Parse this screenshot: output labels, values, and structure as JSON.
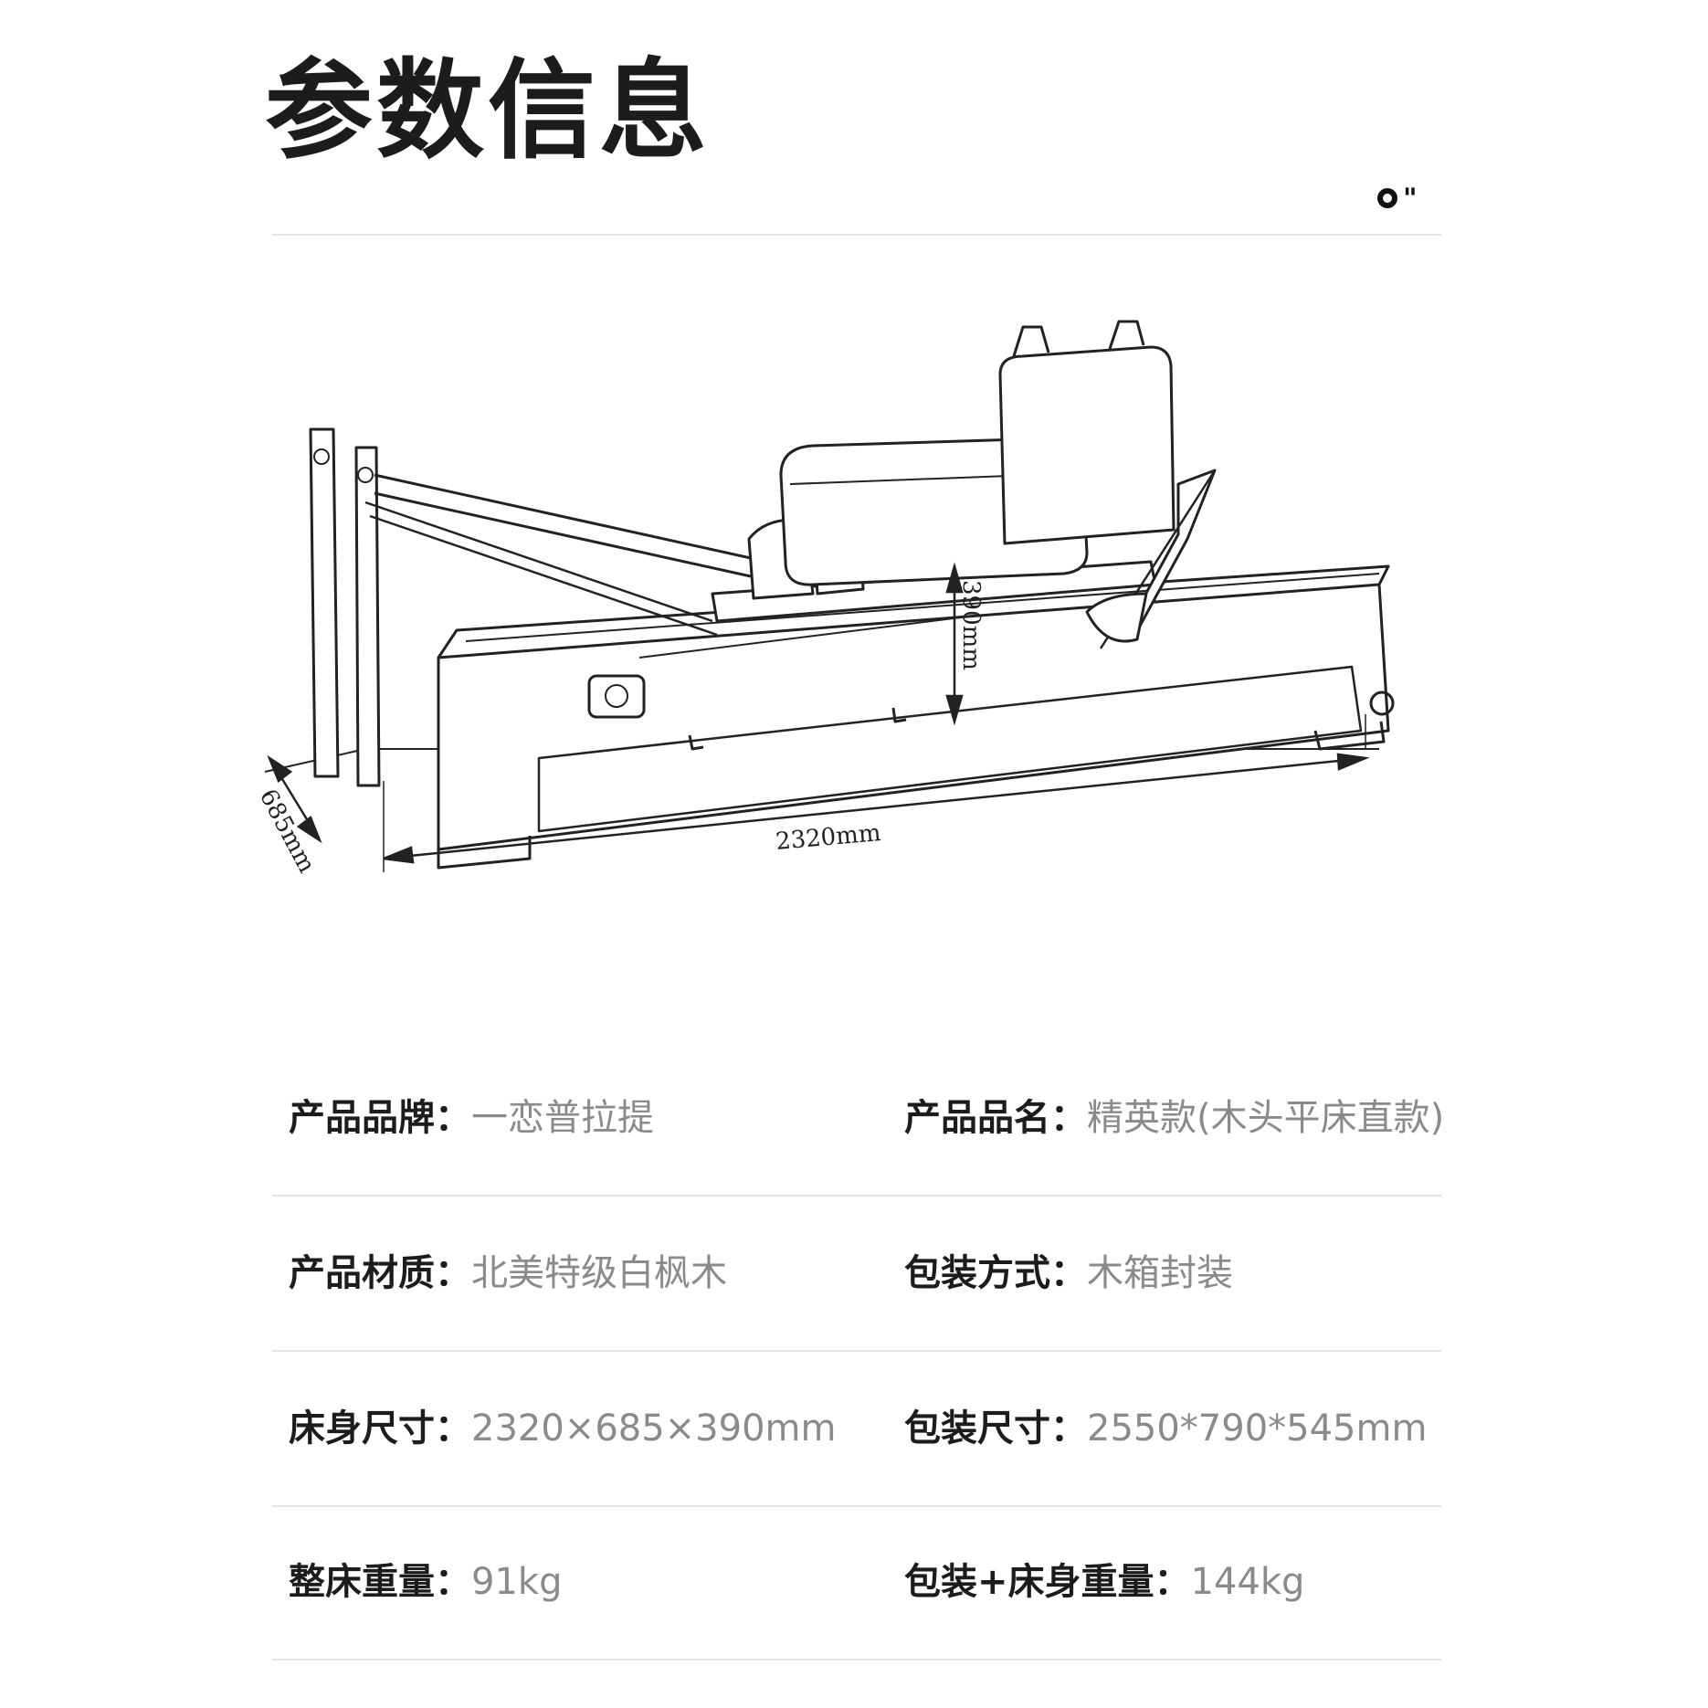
{
  "title": "参数信息",
  "logo": {
    "mark": "\"",
    "icon": "brand-ring-icon"
  },
  "diagram": {
    "width_label": "2320mm",
    "depth_label": "685mm",
    "height_label": "390mm"
  },
  "specs": [
    {
      "left_label": "产品品牌：",
      "left_value": "一恋普拉提",
      "right_label": "产品品名：",
      "right_value": "精英款(木头平床直款)"
    },
    {
      "left_label": "产品材质：",
      "left_value": "北美特级白枫木",
      "right_label": "包装方式：",
      "right_value": "木箱封装"
    },
    {
      "left_label": "床身尺寸：",
      "left_value": "2320×685×390mm",
      "right_label": "包装尺寸：",
      "right_value": "2550*790*545mm"
    },
    {
      "left_label": "整床重量：",
      "left_value": "91kg",
      "right_label": "包装+床身重量：",
      "right_value": "144kg"
    }
  ]
}
